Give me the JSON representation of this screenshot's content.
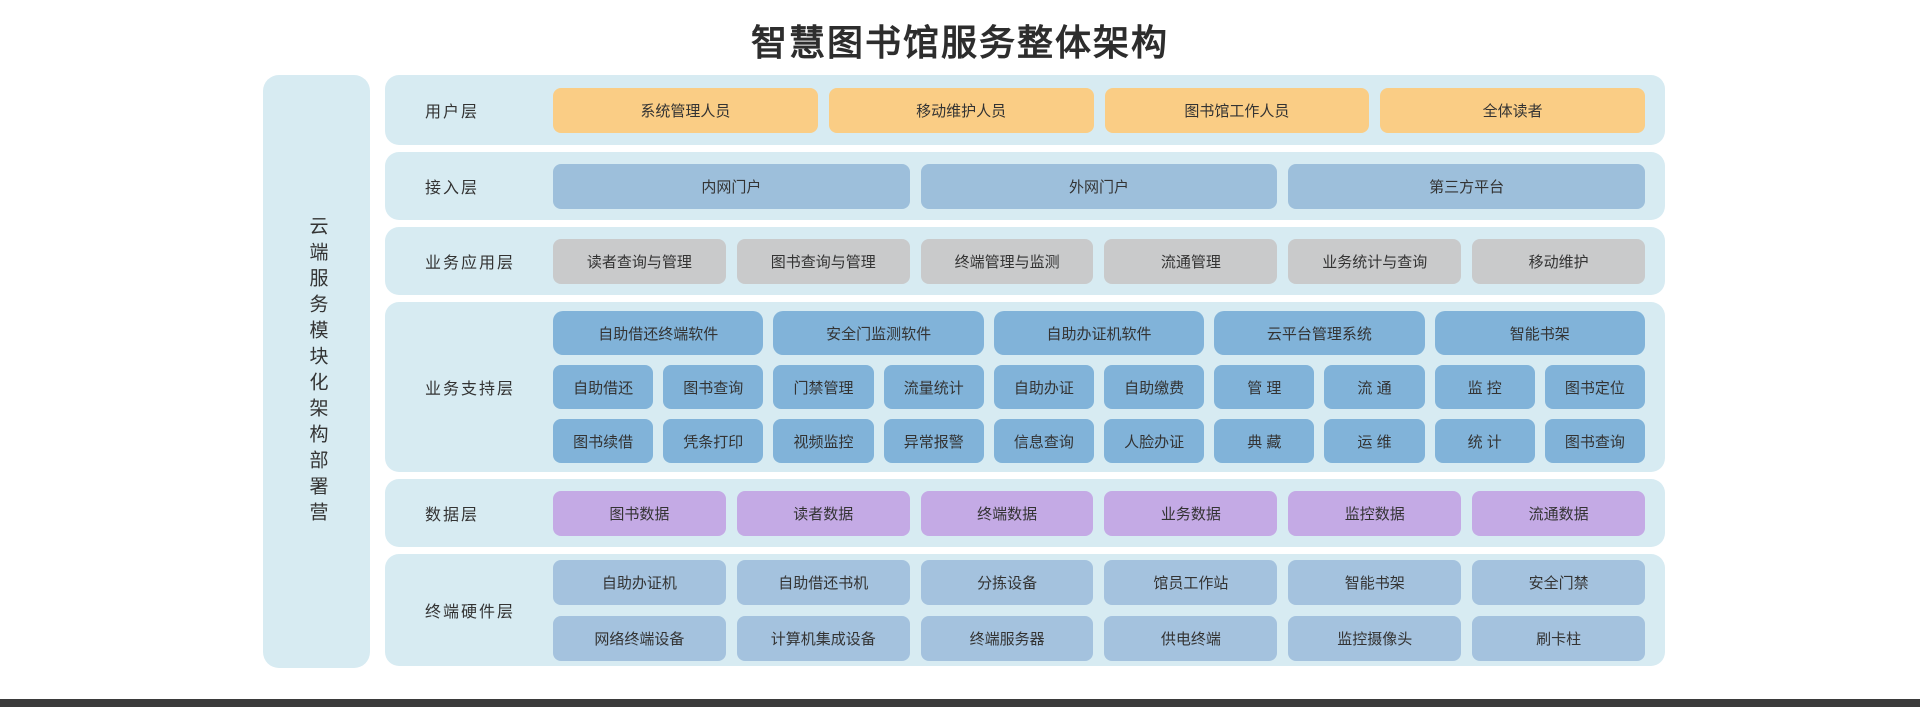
{
  "title": "智慧图书馆服务整体架构",
  "sidebar": {
    "line1": "云端服务",
    "line2": "模块化架构部署营"
  },
  "colors": {
    "rail_and_row_bg": "#D7EBF2",
    "user": "#FACD85",
    "access": "#9DBFDB",
    "app": "#C9CACB",
    "support": "#81B3D9",
    "data": "#C4AAE5",
    "hardware": "#A4C2DE",
    "text": "#333333",
    "bottom_border": "#3b3b3b"
  },
  "layers": [
    {
      "key": "user",
      "label": "用户层",
      "columns": 4,
      "rows": [
        [
          "系统管理人员",
          "移动维护人员",
          "图书馆工作人员",
          "全体读者"
        ]
      ]
    },
    {
      "key": "access",
      "label": "接入层",
      "columns": 3,
      "rows": [
        [
          "内网门户",
          "外网门户",
          "第三方平台"
        ]
      ]
    },
    {
      "key": "app",
      "label": "业务应用层",
      "columns": 6,
      "rows": [
        [
          "读者查询与管理",
          "图书查询与管理",
          "终端管理与监测",
          "流通管理",
          "业务统计与查询",
          "移动维护"
        ]
      ]
    },
    {
      "key": "support",
      "label": "业务支持层",
      "columns": 10,
      "first_row_span": 2,
      "rows": [
        [
          "自助借还终端软件",
          "安全门监测软件",
          "自助办证机软件",
          "云平台管理系统",
          "智能书架"
        ],
        [
          "自助借还",
          "图书查询",
          "门禁管理",
          "流量统计",
          "自助办证",
          "自助缴费",
          "管 理",
          "流 通",
          "监 控",
          "图书定位"
        ],
        [
          "图书续借",
          "凭条打印",
          "视频监控",
          "异常报警",
          "信息查询",
          "人脸办证",
          "典 藏",
          "运 维",
          "统 计",
          "图书查询"
        ]
      ]
    },
    {
      "key": "data",
      "label": "数据层",
      "columns": 6,
      "rows": [
        [
          "图书数据",
          "读者数据",
          "终端数据",
          "业务数据",
          "监控数据",
          "流通数据"
        ]
      ]
    },
    {
      "key": "hardware",
      "label": "终端硬件层",
      "columns": 6,
      "rows": [
        [
          "自助办证机",
          "自助借还书机",
          "分拣设备",
          "馆员工作站",
          "智能书架",
          "安全门禁"
        ],
        [
          "网络终端设备",
          "计算机集成设备",
          "终端服务器",
          "供电终端",
          "监控摄像头",
          "刷卡柱"
        ]
      ]
    }
  ]
}
